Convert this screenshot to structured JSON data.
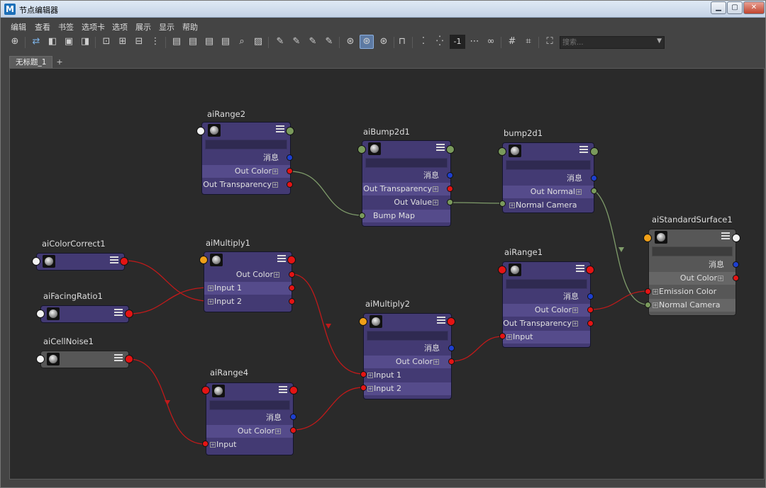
{
  "window": {
    "title": "节点编辑器",
    "app_icon": "M",
    "buttons": {
      "minimize": "▁",
      "maximize": "▢",
      "close": "✕"
    }
  },
  "menu": [
    "编辑",
    "查看",
    "书签",
    "选项卡",
    "选项",
    "展示",
    "显示",
    "帮助"
  ],
  "toolbar": {
    "minus_one": "-1",
    "search_placeholder": "搜索...",
    "search_dropdown": "▼"
  },
  "tabs": {
    "active": "无标题_1",
    "add": "+"
  },
  "nodes": {
    "aiRange2": {
      "title": "aiRange2",
      "rows": [
        "消息",
        "Out Color",
        "Out Transparency"
      ]
    },
    "aiBump2d1": {
      "title": "aiBump2d1",
      "rows": [
        "消息",
        "Out Transparency",
        "Out Value",
        "Bump Map"
      ]
    },
    "bump2d1": {
      "title": "bump2d1",
      "rows": [
        "消息",
        "Out Normal",
        "Normal Camera"
      ]
    },
    "aiStandardSurface1": {
      "title": "aiStandardSurface1",
      "rows": [
        "消息",
        "Out Color",
        "Emission Color",
        "Normal Camera"
      ]
    },
    "aiColorCorrect1": {
      "title": "aiColorCorrect1"
    },
    "aiMultiply1": {
      "title": "aiMultiply1",
      "rows": [
        "Out Color",
        "Input 1",
        "Input 2"
      ]
    },
    "aiFacingRatio1": {
      "title": "aiFacingRatio1"
    },
    "aiRange1": {
      "title": "aiRange1",
      "rows": [
        "消息",
        "Out Color",
        "Out Transparency",
        "Input"
      ]
    },
    "aiMultiply2": {
      "title": "aiMultiply2",
      "rows": [
        "消息",
        "Out Color",
        "Input 1",
        "Input 2"
      ]
    },
    "aiCellNoise1": {
      "title": "aiCellNoise1"
    },
    "aiRange4": {
      "title": "aiRange4",
      "rows": [
        "消息",
        "Out Color",
        "Input"
      ]
    }
  },
  "colors": {
    "node_purple": "#433a73",
    "node_gray": "#575757",
    "canvas": "#2a2a2a",
    "wire_red": "#c01a1a",
    "wire_green": "#7f9c6a"
  }
}
